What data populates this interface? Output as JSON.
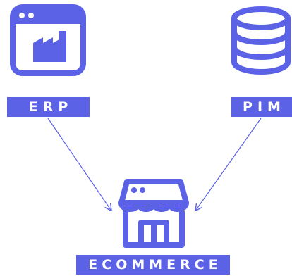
{
  "accent_color": "#5b62e6",
  "nodes": {
    "erp": {
      "label": "ERP",
      "icon": "factory-window-icon"
    },
    "pim": {
      "label": "PIM",
      "icon": "database-icon"
    },
    "ecommerce": {
      "label": "ECOMMERCE",
      "icon": "storefront-icon"
    }
  },
  "connections": [
    {
      "from": "erp",
      "to": "ecommerce"
    },
    {
      "from": "pim",
      "to": "ecommerce"
    }
  ]
}
